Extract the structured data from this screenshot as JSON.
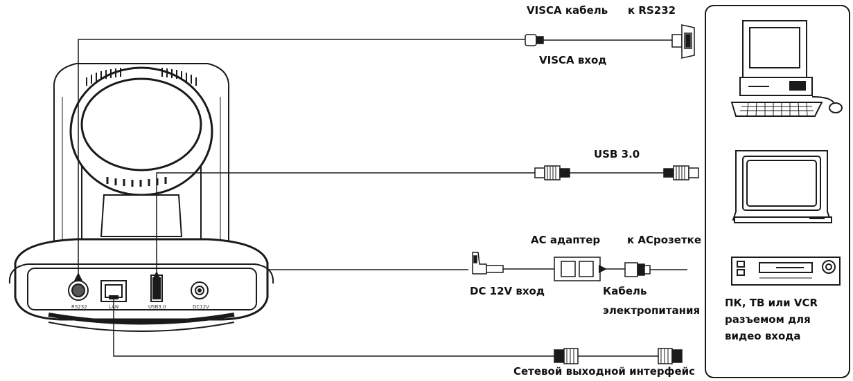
{
  "labels": {
    "visca_cable": "VISCA кабель",
    "to_rs232": "к RS232",
    "visca_input": "VISCA вход",
    "usb": "USB 3.0",
    "ac_adapter": "AC адаптер",
    "to_ac_outlet": "к ACрозетке",
    "dc_input": "DC 12V вход",
    "power_cable_1": "Кабель",
    "power_cable_2": "электропитания",
    "network_output": "Сетевой выходной интерфейс",
    "devices_1": "ПК, ТВ или VCR",
    "devices_2": "разъемом для",
    "devices_3": "видео входа"
  },
  "ports": {
    "rs232": "RS232",
    "lan": "LAN",
    "usb": "USB3.0",
    "dc": "DC12V"
  },
  "icons": [
    "camera-icon",
    "computer-icon",
    "monitor-icon",
    "vcr-icon",
    "adapter-icon"
  ],
  "colors": {
    "line": "#1a1a1a",
    "background": "#ffffff"
  }
}
